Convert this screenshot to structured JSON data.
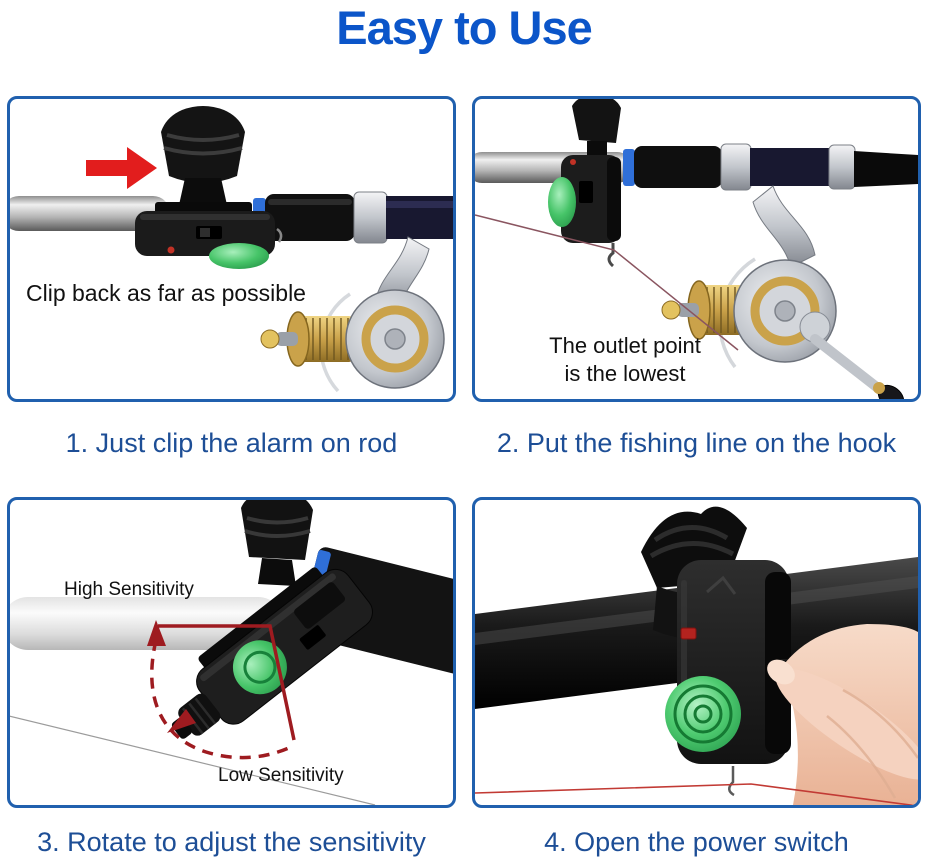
{
  "title": "Easy to Use",
  "colors": {
    "title_blue": "#0b55c9",
    "caption_blue": "#1d4e96",
    "panel_border_blue": "#2060ae",
    "arrow_red": "#e21d1d",
    "rotation_red": "#9e1b20",
    "fishing_line_red": "#c23a34",
    "alarm_green": "#3fbf63",
    "annotation_black": "#111111"
  },
  "icons": {
    "panel1_arrow": "red-arrow-right-icon",
    "panel3_rotation": "rotation-dashed-arc-icon"
  },
  "panels": [
    {
      "step": "1",
      "caption": "1. Just clip the alarm on rod",
      "annotations": [
        "Clip back as far as possible"
      ],
      "photo": "bite-alarm-clipped-on-fishing-rod"
    },
    {
      "step": "2",
      "caption": "2. Put the fishing line on the hook",
      "annotations": [
        "The outlet point",
        "is the lowest"
      ],
      "photo": "fishing-line-through-alarm-outlet-above-reel"
    },
    {
      "step": "3",
      "caption": "3. Rotate to adjust the sensitivity",
      "annotations": [
        "High Sensitivity",
        "Low Sensitivity"
      ],
      "photo": "alarm-rotated-to-adjust-sensitivity"
    },
    {
      "step": "4",
      "caption": "4. Open the power switch",
      "annotations": [],
      "photo": "finger-pressing-power-switch"
    }
  ]
}
